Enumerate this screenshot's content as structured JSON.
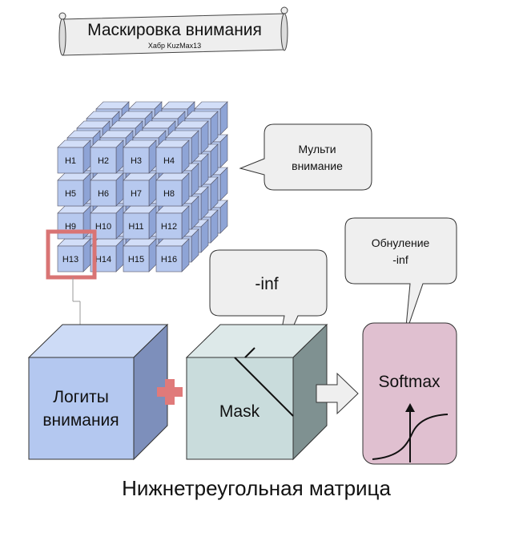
{
  "banner": {
    "title": "Маскировка внимания",
    "subtitle": "Хабр KuzMax13"
  },
  "heads": [
    "H1",
    "H2",
    "H3",
    "H4",
    "H5",
    "H6",
    "H7",
    "H8",
    "H9",
    "H10",
    "H11",
    "H12",
    "H13",
    "H14",
    "H15",
    "H16"
  ],
  "selected_head": "H13",
  "bubbles": {
    "multi": [
      "Мульти",
      "внимание"
    ],
    "inf": "-inf",
    "zeroing": [
      "Обнуление",
      "-inf"
    ]
  },
  "logits_label": [
    "Логиты",
    "внимания"
  ],
  "mask_label": "Mask",
  "softmax_label": "Softmax",
  "caption": "Нижнетреугольная матрица",
  "colors": {
    "head_front": "#b7c9ef",
    "head_top": "#d2def8",
    "head_side": "#8ea4d6",
    "selection": "#d97474",
    "logits_front": "#b4c8f0",
    "logits_top": "#cddbf6",
    "logits_side": "#7d8fbb",
    "mask_front": "#c9dcdc",
    "mask_top": "#dde9e9",
    "mask_side": "#7f9191",
    "softmax_fill": "#e0c0d0",
    "plus": "#e07a7a",
    "bubble": "#efefef"
  }
}
